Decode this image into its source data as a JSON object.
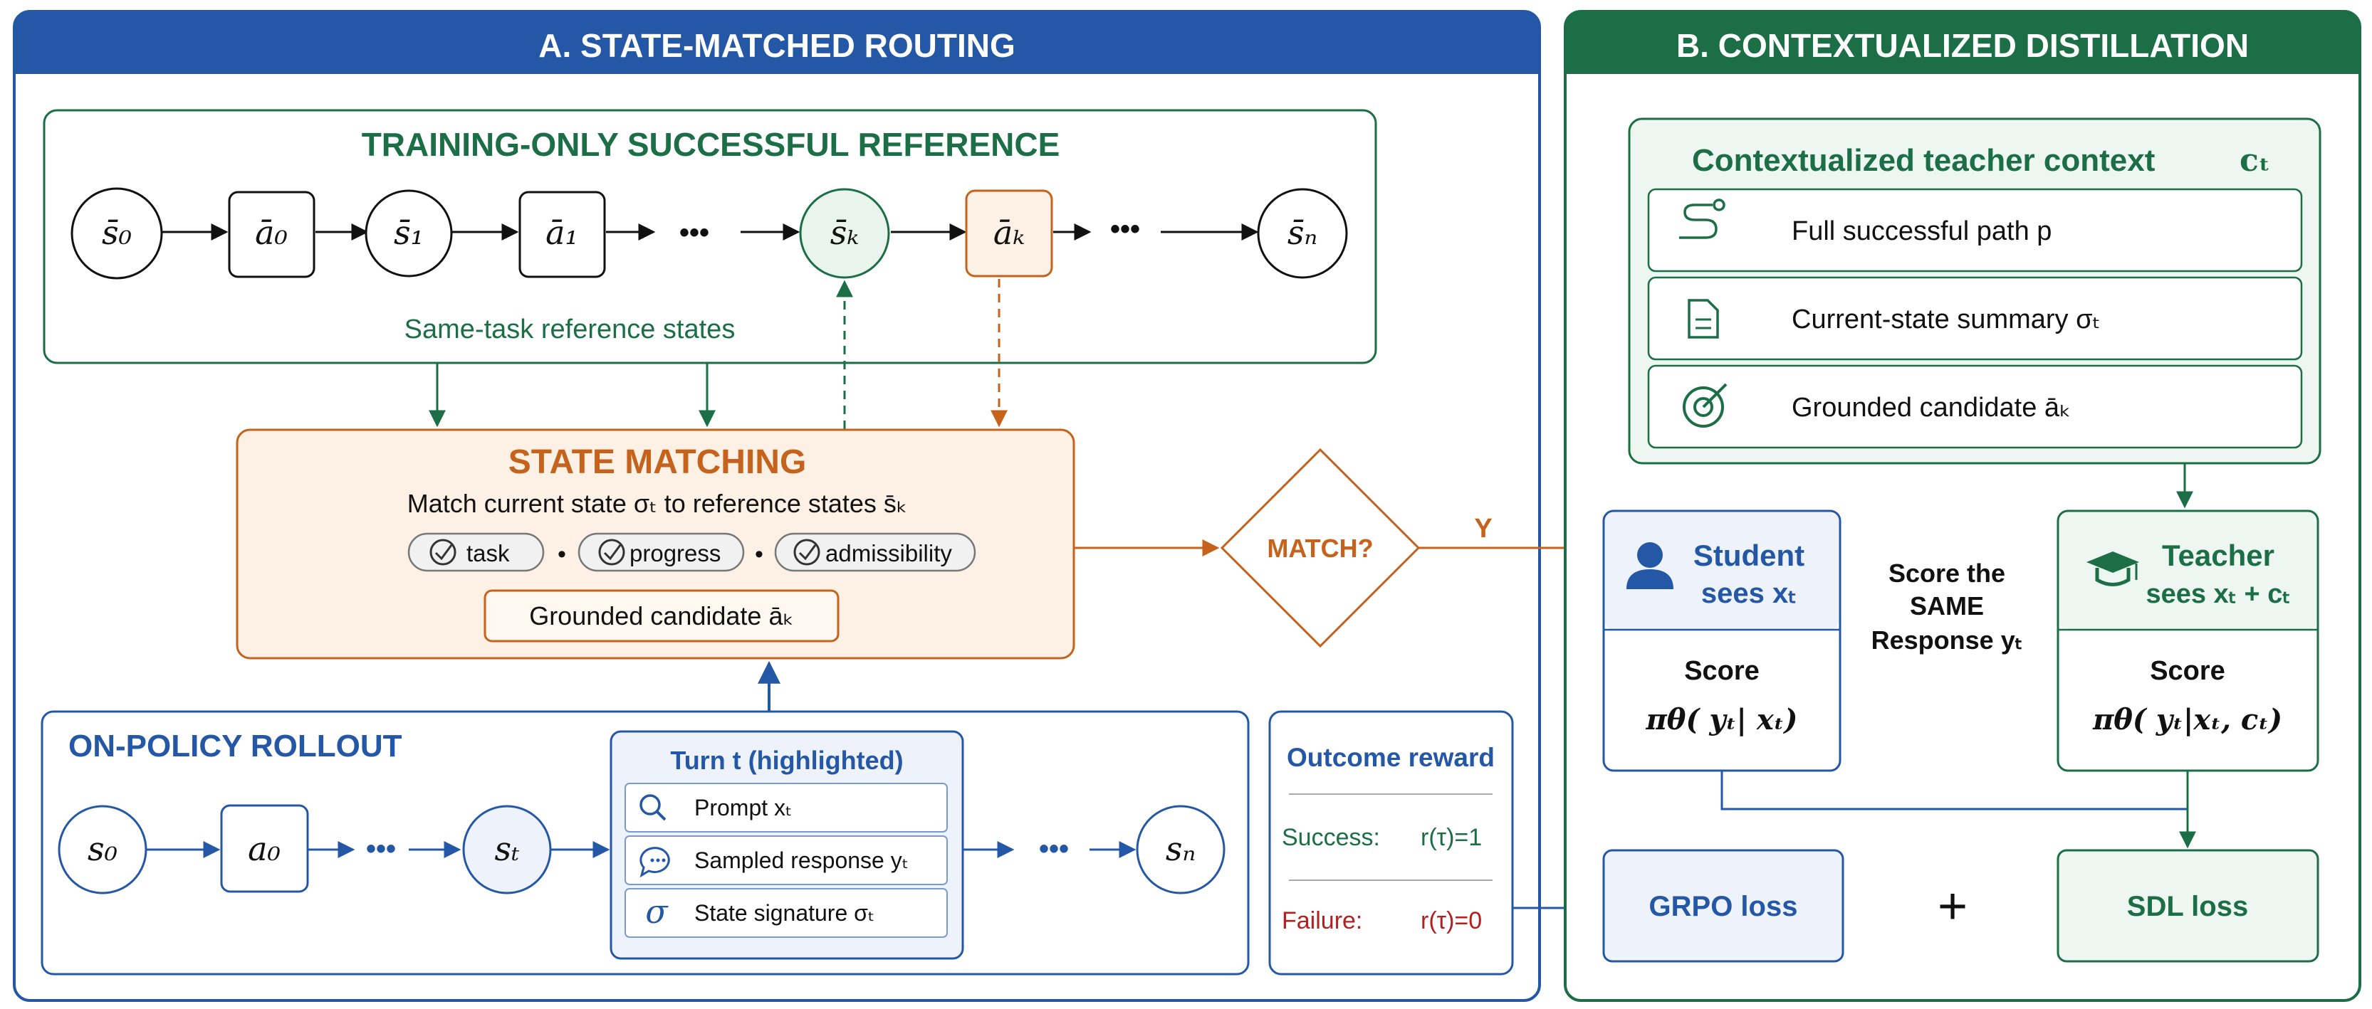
{
  "panel_a": {
    "title": "A. STATE-MATCHED ROUTING",
    "reference": {
      "title": "TRAINING-ONLY SUCCESSFUL REFERENCE",
      "nodes": [
        "s̄₀",
        "ā₀",
        "s̄₁",
        "ā₁",
        "s̄ₖ",
        "āₖ",
        "s̄ₙ"
      ],
      "ellipsis": "•••",
      "ellipsis2": "•••",
      "caption": "Same-task reference states"
    },
    "matching": {
      "title": "STATE MATCHING",
      "subtitle": "Match current state σₜ to reference states s̄ₖ",
      "chips": [
        "task",
        "progress",
        "admissibility"
      ],
      "dot": "•",
      "candidate": "Grounded candidate āₖ"
    },
    "decision": {
      "label": "MATCH?",
      "yes": "Y"
    },
    "rollout": {
      "title": "ON-POLICY ROLLOUT",
      "nodes": [
        "s₀",
        "a₀",
        "sₜ",
        "sₙ"
      ],
      "ellipsis": "•••",
      "ellipsis2": "•••",
      "turn": {
        "title": "Turn t (highlighted)",
        "items": [
          "Prompt xₜ",
          "Sampled response yₜ",
          "State signature σₜ"
        ]
      }
    },
    "outcome": {
      "title": "Outcome reward",
      "success_label": "Success:",
      "success_value": "r(τ)=1",
      "failure_label": "Failure:",
      "failure_value": "r(τ)=0"
    }
  },
  "panel_b": {
    "title": "B. CONTEXTUALIZED DISTILLATION",
    "context": {
      "title": "Contextualized teacher context",
      "title_symbol": "cₜ",
      "items": [
        "Full successful path p",
        "Current-state summary σₜ",
        "Grounded candidate āₖ"
      ]
    },
    "student": {
      "title": "Student",
      "sees": "sees xₜ",
      "score": "Score",
      "formula": "πθ( yₜ| xₜ)"
    },
    "teacher": {
      "title": "Teacher",
      "sees": "sees xₜ + cₜ",
      "score": "Score",
      "formula": "πθ( yₜ|xₜ, cₜ)"
    },
    "compare": {
      "line1": "Score the",
      "line2": "SAME",
      "line3": "Response yₜ"
    },
    "grpo": "GRPO loss",
    "plus": "+",
    "sdl": "SDL loss"
  },
  "colors": {
    "blue": "#2557a7",
    "green": "#1b6e45",
    "orange": "#c5621b",
    "red": "#b51f1f"
  }
}
